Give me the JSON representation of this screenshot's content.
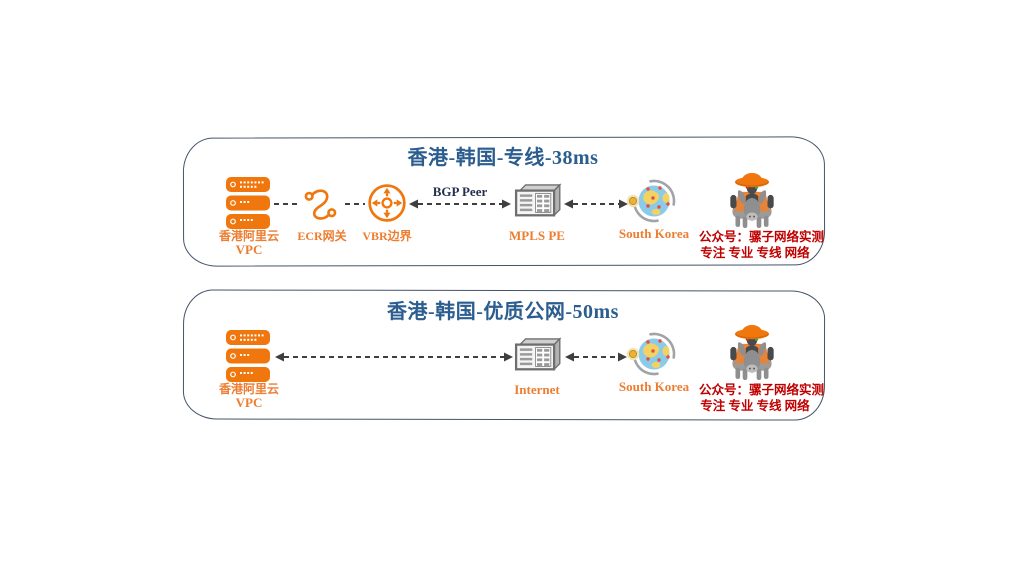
{
  "colors": {
    "title_blue": "#2c5d8f",
    "label_orange": "#ED7D31",
    "icon_orange": "#F0770D",
    "caption_red": "#C00000",
    "panel_border": "#44546A",
    "connector_gray": "#3f3f3f"
  },
  "icons": {
    "vpc": "server-stack-icon",
    "ecr": "route-squiggle-icon",
    "vbr": "router-cross-arrows-icon",
    "switch": "network-switch-icon",
    "globe": "globe-korea-icon",
    "mascot": "sombrero-mule-rider-icon"
  },
  "panel1": {
    "title": "香港-韩国-专线-38ms",
    "connector_label": "BGP Peer",
    "nodes": {
      "vpc": {
        "label_line1": "香港阿里云",
        "label_line2": "VPC"
      },
      "ecr": {
        "label": "ECR网关"
      },
      "vbr": {
        "label": "VBR边界"
      },
      "mpls": {
        "label": "MPLS PE"
      },
      "korea": {
        "label": "South Korea"
      }
    },
    "caption": {
      "line1": "公众号：骡子网络实测",
      "line2": "专注 专业 专线 网络"
    }
  },
  "panel2": {
    "title": "香港-韩国-优质公网-50ms",
    "nodes": {
      "vpc": {
        "label_line1": "香港阿里云",
        "label_line2": "VPC"
      },
      "internet": {
        "label": "Internet"
      },
      "korea": {
        "label": "South Korea"
      }
    },
    "caption": {
      "line1": "公众号：骡子网络实测",
      "line2": "专注 专业 专线 网络"
    }
  }
}
